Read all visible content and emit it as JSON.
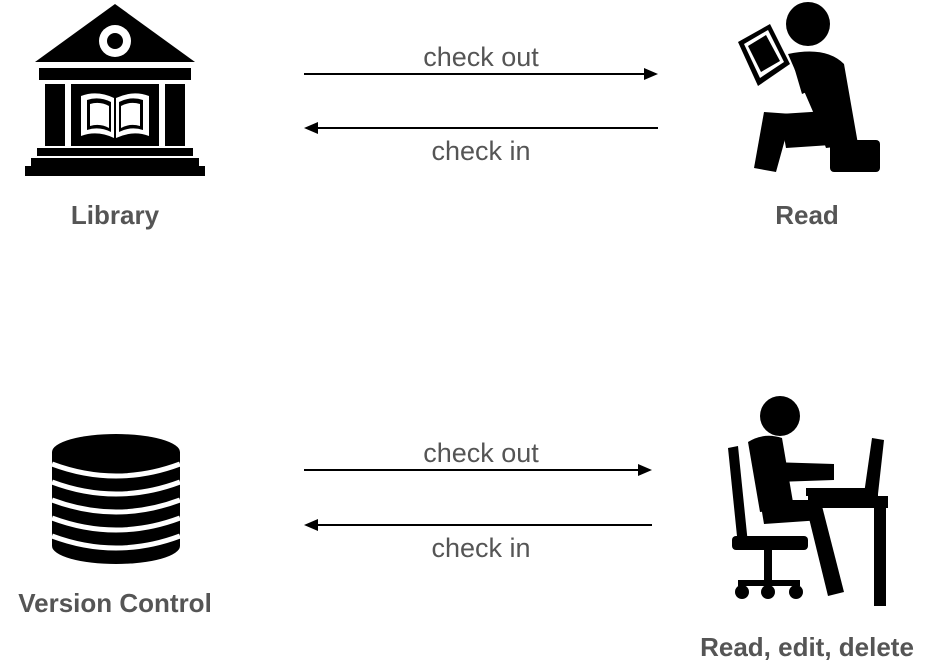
{
  "colors": {
    "icon": "#000000",
    "text": "#555555",
    "arrow": "#000000"
  },
  "top_row": {
    "source": {
      "label": "Library",
      "icon": "library-icon"
    },
    "target": {
      "label": "Read",
      "icon": "reading-person-icon"
    },
    "forward_edge": {
      "label": "check out"
    },
    "back_edge": {
      "label": "check in"
    }
  },
  "bottom_row": {
    "source": {
      "label": "Version Control",
      "icon": "database-icon"
    },
    "target": {
      "label": "Read, edit, delete",
      "icon": "person-at-laptop-icon"
    },
    "forward_edge": {
      "label": "check out"
    },
    "back_edge": {
      "label": "check in"
    }
  }
}
